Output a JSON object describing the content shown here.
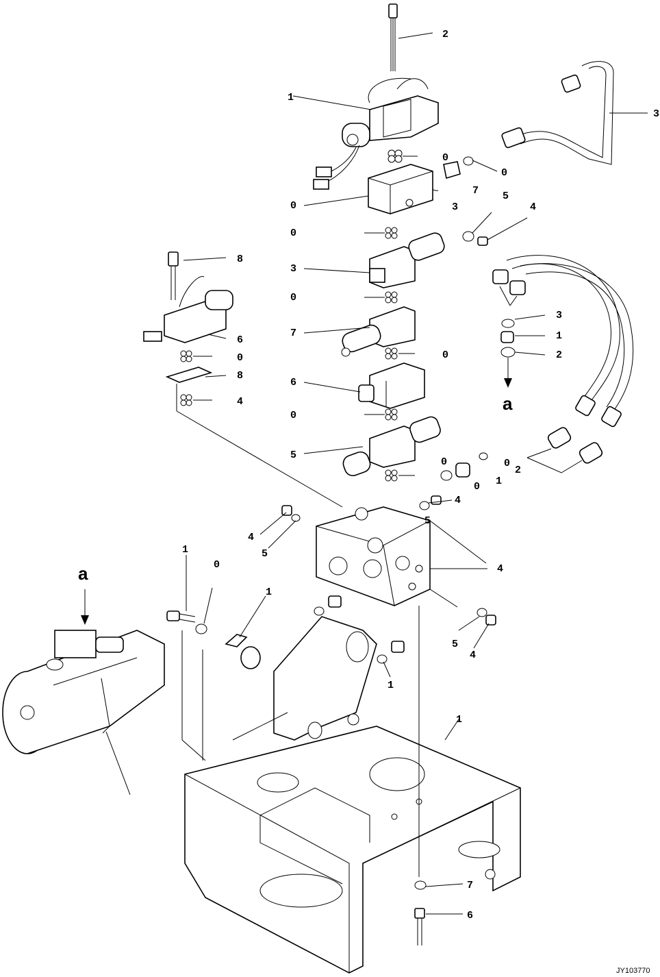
{
  "diagram": {
    "drawing_code": "JY103770",
    "view_reference": "a",
    "callouts": {
      "c_bolt_top": "2",
      "c_solenoid_top": "1",
      "c_tube_right": "3",
      "c_oring_a": "0",
      "c_oring_b": "0",
      "c_fitting_a": "7",
      "c_ring_a": "3",
      "c_block_top": "0",
      "c_plug_a": "4",
      "c_ring_b": "5",
      "c_ring_c": "0",
      "c_valve_b": "3",
      "c_ring_d": "0",
      "c_valve_c": "7",
      "c_ring_e": "0",
      "c_valve_d": "6",
      "c_ring_f": "0",
      "c_valve_e": "5",
      "c_ring_g": "0",
      "c_bolt_left": "8",
      "c_sol_left": "6",
      "c_ring_h": "0",
      "c_plate": "8",
      "c_ring_i": "4",
      "c_hose_oring": "3",
      "c_hose_fit": "1",
      "c_hose_oring2": "2",
      "c_fit_mid_a": "0",
      "c_fit_mid_b": "1",
      "c_fit_mid_c": "0",
      "c_hose_end": "2",
      "c_plug_mid": "4",
      "c_manifold_r": "4",
      "c_manifold_mid": "5",
      "c_plug_left": "4",
      "c_ring_left": "5",
      "c_bolt_a": "1",
      "c_washer_a": "0",
      "c_bracket": "1",
      "c_ring_bot_r": "5",
      "c_plug_bot_r": "4",
      "c_washer_b": "1",
      "c_frame": "1",
      "c_washer_bot": "7",
      "c_bolt_bot": "6"
    }
  }
}
